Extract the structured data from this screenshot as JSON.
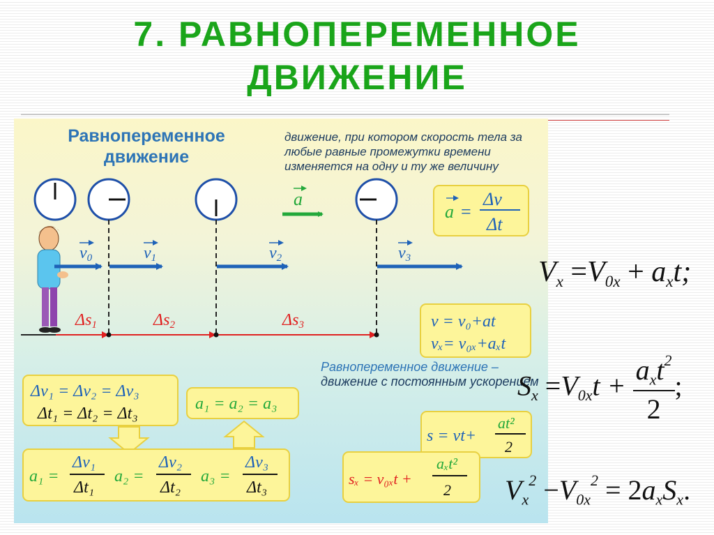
{
  "slide": {
    "title_line1": "7. РАВНОПЕРЕМЕННОЕ",
    "title_line2": "ДВИЖЕНИЕ"
  },
  "figure": {
    "heading_line1": "Равнопеременное",
    "heading_line2": "движение",
    "definition": "движение, при котором скорость тела за любые равные промежутки времени изменяется на одну и ту же величину",
    "definition2_term": "Равнопеременное движение –",
    "definition2_rest": "движение с постоянным ускорением",
    "velocity_labels": [
      "v",
      "v",
      "v",
      "v"
    ],
    "velocity_subs": [
      "0",
      "1",
      "2",
      "3"
    ],
    "acceleration_label": "a",
    "displacement_labels": [
      "Δs",
      "Δs",
      "Δs"
    ],
    "displacement_subs": [
      "1",
      "2",
      "3"
    ],
    "formula_accel": {
      "lhs": "a",
      "num": "Δv",
      "den": "Δt"
    },
    "formula_velocity": {
      "line1": "v = v₀+at",
      "line2": "vₓ= v₀ₓ+aₓt"
    },
    "box_delta_v": {
      "line1": "Δv₁ = Δv₂ = Δv₃",
      "line2": "Δt₁ = Δt₂ = Δt₃"
    },
    "box_a_equal": "a₁ = a₂ = a₃",
    "box_a_ratios": [
      {
        "lhs": "a₁ =",
        "num": "Δv₁",
        "den": "Δt₁"
      },
      {
        "lhs": "a₂ =",
        "num": "Δv₂",
        "den": "Δt₂"
      },
      {
        "lhs": "a₃ =",
        "num": "Δv₃",
        "den": "Δt₃"
      }
    ],
    "box_s": {
      "lhs": "s = vt+",
      "num": "at²",
      "den": "2"
    },
    "box_sx": {
      "lhs": "sₓ = v₀ₓt +",
      "num": "aₓt²",
      "den": "2"
    }
  },
  "side_formulas": {
    "f1": {
      "V": "V",
      "x": "x",
      "eq": " =",
      "V0": "V",
      "0x": "0x",
      "plus": " +",
      "a": "a",
      "ax": "x",
      "t": "t;"
    },
    "f2": {
      "S": "S",
      "x": "x",
      "eq": " =",
      "V": "V",
      "0x": "0x",
      "t": "t +",
      "num_a": "a",
      "num_x": "x",
      "num_t": "t",
      "num_pow": "2",
      "den": "2",
      "end": ";"
    },
    "f3": {
      "V": "V",
      "x": "x",
      "pow": "2",
      "minus": " −",
      "V0": "V",
      "0x": "0x",
      "pow2": "2",
      "eq": " = 2",
      "a": "a",
      "ax": "x",
      "S": "S",
      "sx": "x",
      "end": "."
    }
  },
  "colors": {
    "title": "#1aa51a",
    "arrow": "#1e62b8",
    "displacement": "#e02020",
    "accel": "#23a83a",
    "box": "#fdf59a",
    "box_border": "#e8d040"
  }
}
